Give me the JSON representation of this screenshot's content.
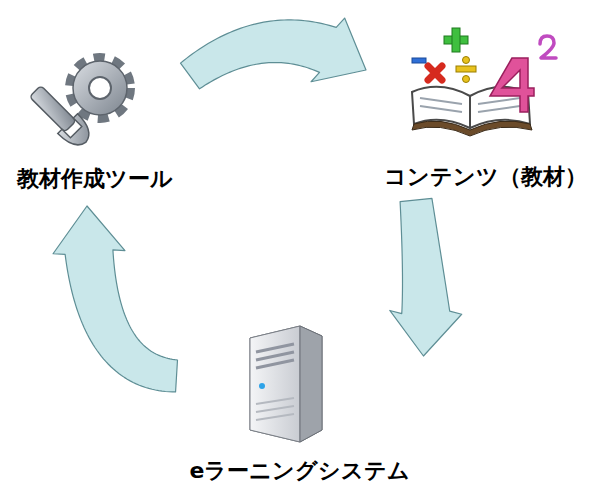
{
  "diagram": {
    "nodes": [
      {
        "text": [
          "教材作成ツール"
        ]
      },
      {
        "text": [
          "コンテンツ（教材）"
        ]
      },
      {
        "text": [
          "eラーニングシステム"
        ]
      }
    ],
    "edges": [
      {
        "from": 0,
        "to": 1,
        "arrow": "to"
      },
      {
        "from": 1,
        "to": 2,
        "arrow": "to"
      },
      {
        "from": 2,
        "to": 0,
        "arrow": "to"
      }
    ]
  }
}
